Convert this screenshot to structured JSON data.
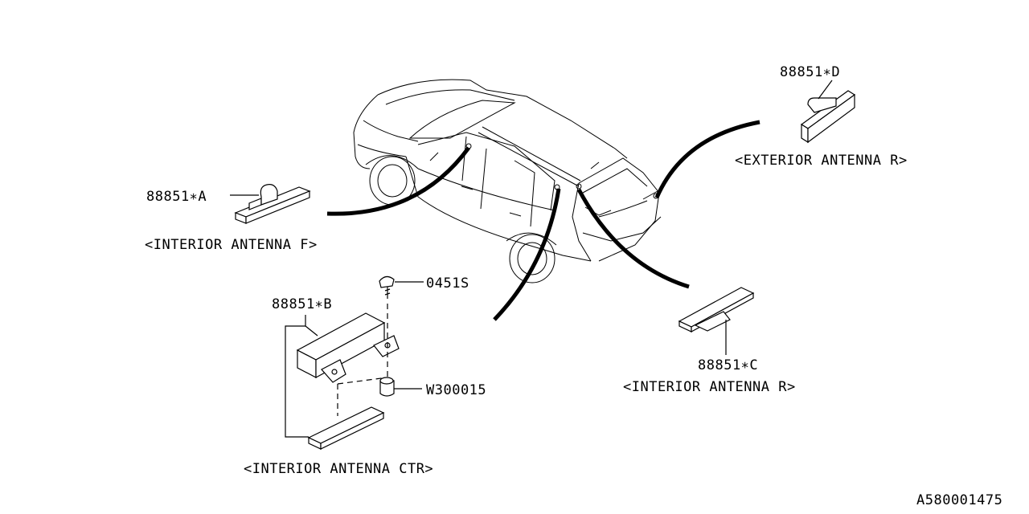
{
  "labels": {
    "part_a": "88851∗A",
    "part_b": "88851∗B",
    "part_c": "88851∗C",
    "part_d": "88851∗D",
    "bolt": "0451S",
    "clip": "W300015",
    "interior_front": "<INTERIOR ANTENNA F>",
    "interior_ctr": "<INTERIOR ANTENNA CTR>",
    "interior_rear": "<INTERIOR ANTENNA R>",
    "exterior_rear": "<EXTERIOR ANTENNA R>",
    "diagram_code": "A580001475"
  }
}
